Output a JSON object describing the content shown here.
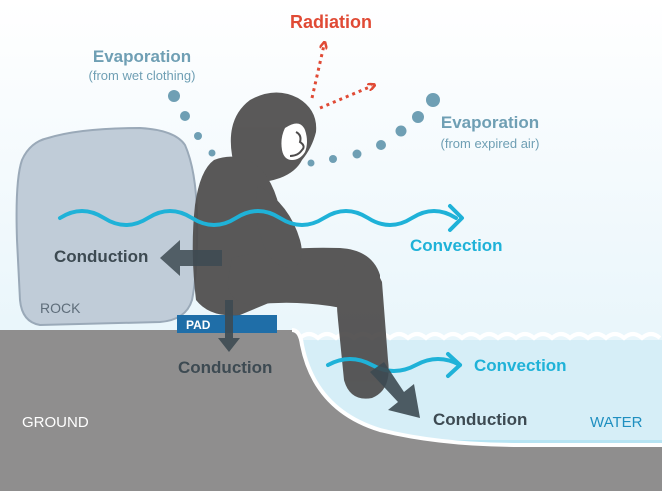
{
  "labels": {
    "radiation": "Radiation",
    "evaporation_left": "Evaporation",
    "evaporation_left_sub": "(from wet clothing)",
    "evaporation_right": "Evaporation",
    "evaporation_right_sub": "(from expired air)",
    "convection_air": "Convection",
    "convection_water": "Convection",
    "conduction_rock": "Conduction",
    "conduction_pad": "Conduction",
    "conduction_water": "Conduction",
    "rock": "ROCK",
    "pad": "PAD",
    "ground": "GROUND",
    "water": "WATER"
  },
  "colors": {
    "radiation": "#e04a35",
    "evaporation": "#6f9fb4",
    "convection": "#1fb2d8",
    "conduction": "#3d4a52",
    "rock_fill": "#c0ccd8",
    "ground_fill": "#8f8e8e",
    "water_fill": "#d6eef7",
    "pad_fill": "#1f6ea8",
    "person_fill": "#4e4c4c"
  }
}
